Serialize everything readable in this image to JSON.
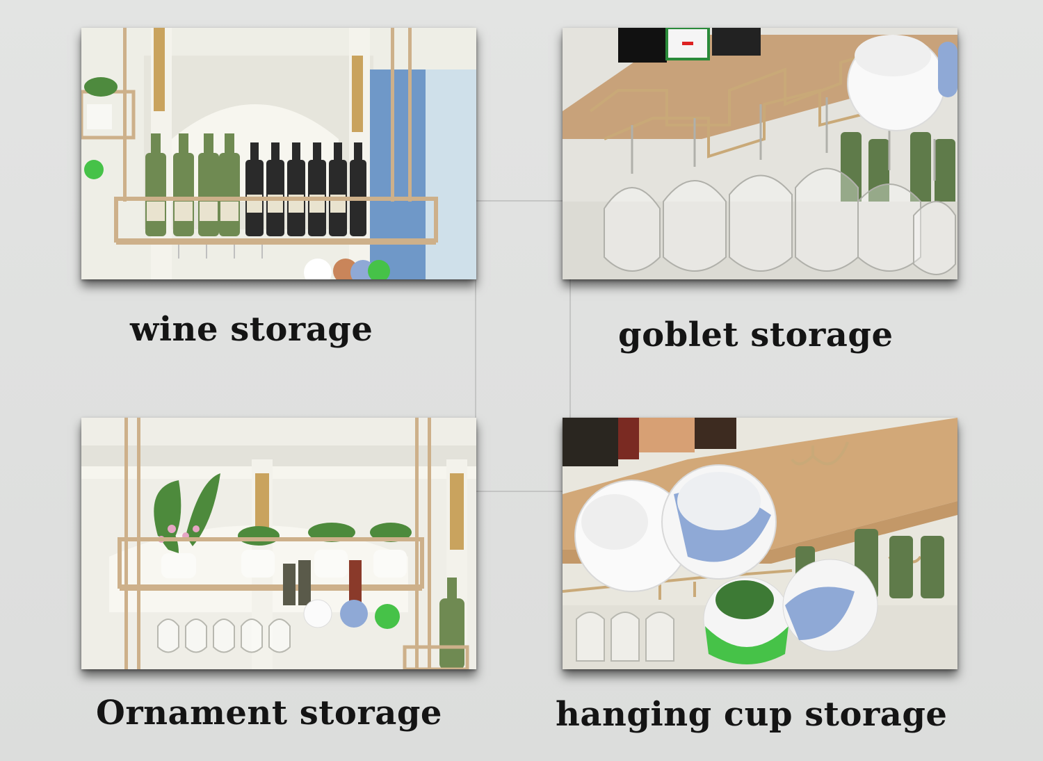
{
  "panels": {
    "wine": {
      "caption": "wine storage"
    },
    "goblet": {
      "caption": "goblet storage"
    },
    "ornament": {
      "caption": "Ornament storage"
    },
    "cup": {
      "caption": "hanging cup storage"
    }
  },
  "colors": {
    "background": "#dfe0df",
    "rack_gold": "#c9a978",
    "caption_text": "#141414",
    "cup_blue": "#8fa9d6",
    "cup_green": "#46c248"
  }
}
